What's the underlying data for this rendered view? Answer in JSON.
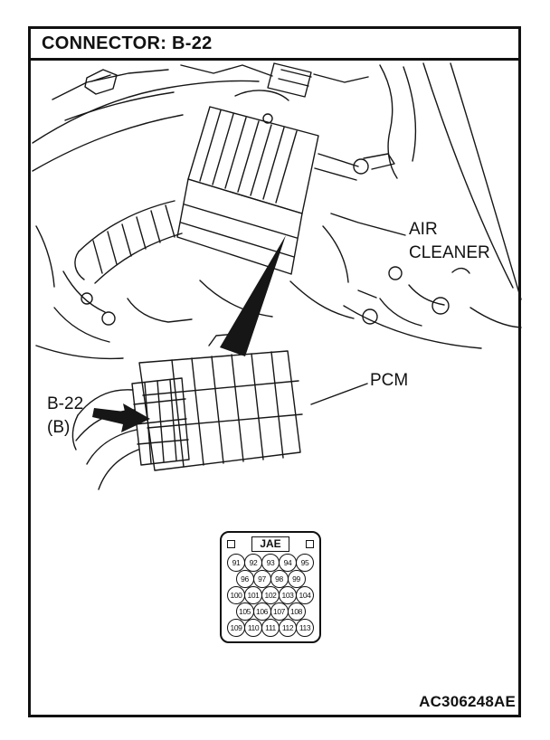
{
  "page": {
    "title": "CONNECTOR: B-22",
    "figure_code": "AC306248AE"
  },
  "labels": {
    "air_cleaner_line1": "AIR",
    "air_cleaner_line2": "CLEANER",
    "pcm": "PCM",
    "connector_id_line1": "B-22",
    "connector_id_line2": "(B)"
  },
  "pinout": {
    "header": "JAE",
    "rows": [
      [
        "91",
        "92",
        "93",
        "94",
        "95"
      ],
      [
        "96",
        "97",
        "98",
        "99"
      ],
      [
        "100",
        "101",
        "102",
        "103",
        "104"
      ],
      [
        "105",
        "106",
        "107",
        "108"
      ],
      [
        "109",
        "110",
        "111",
        "112",
        "113"
      ]
    ]
  }
}
